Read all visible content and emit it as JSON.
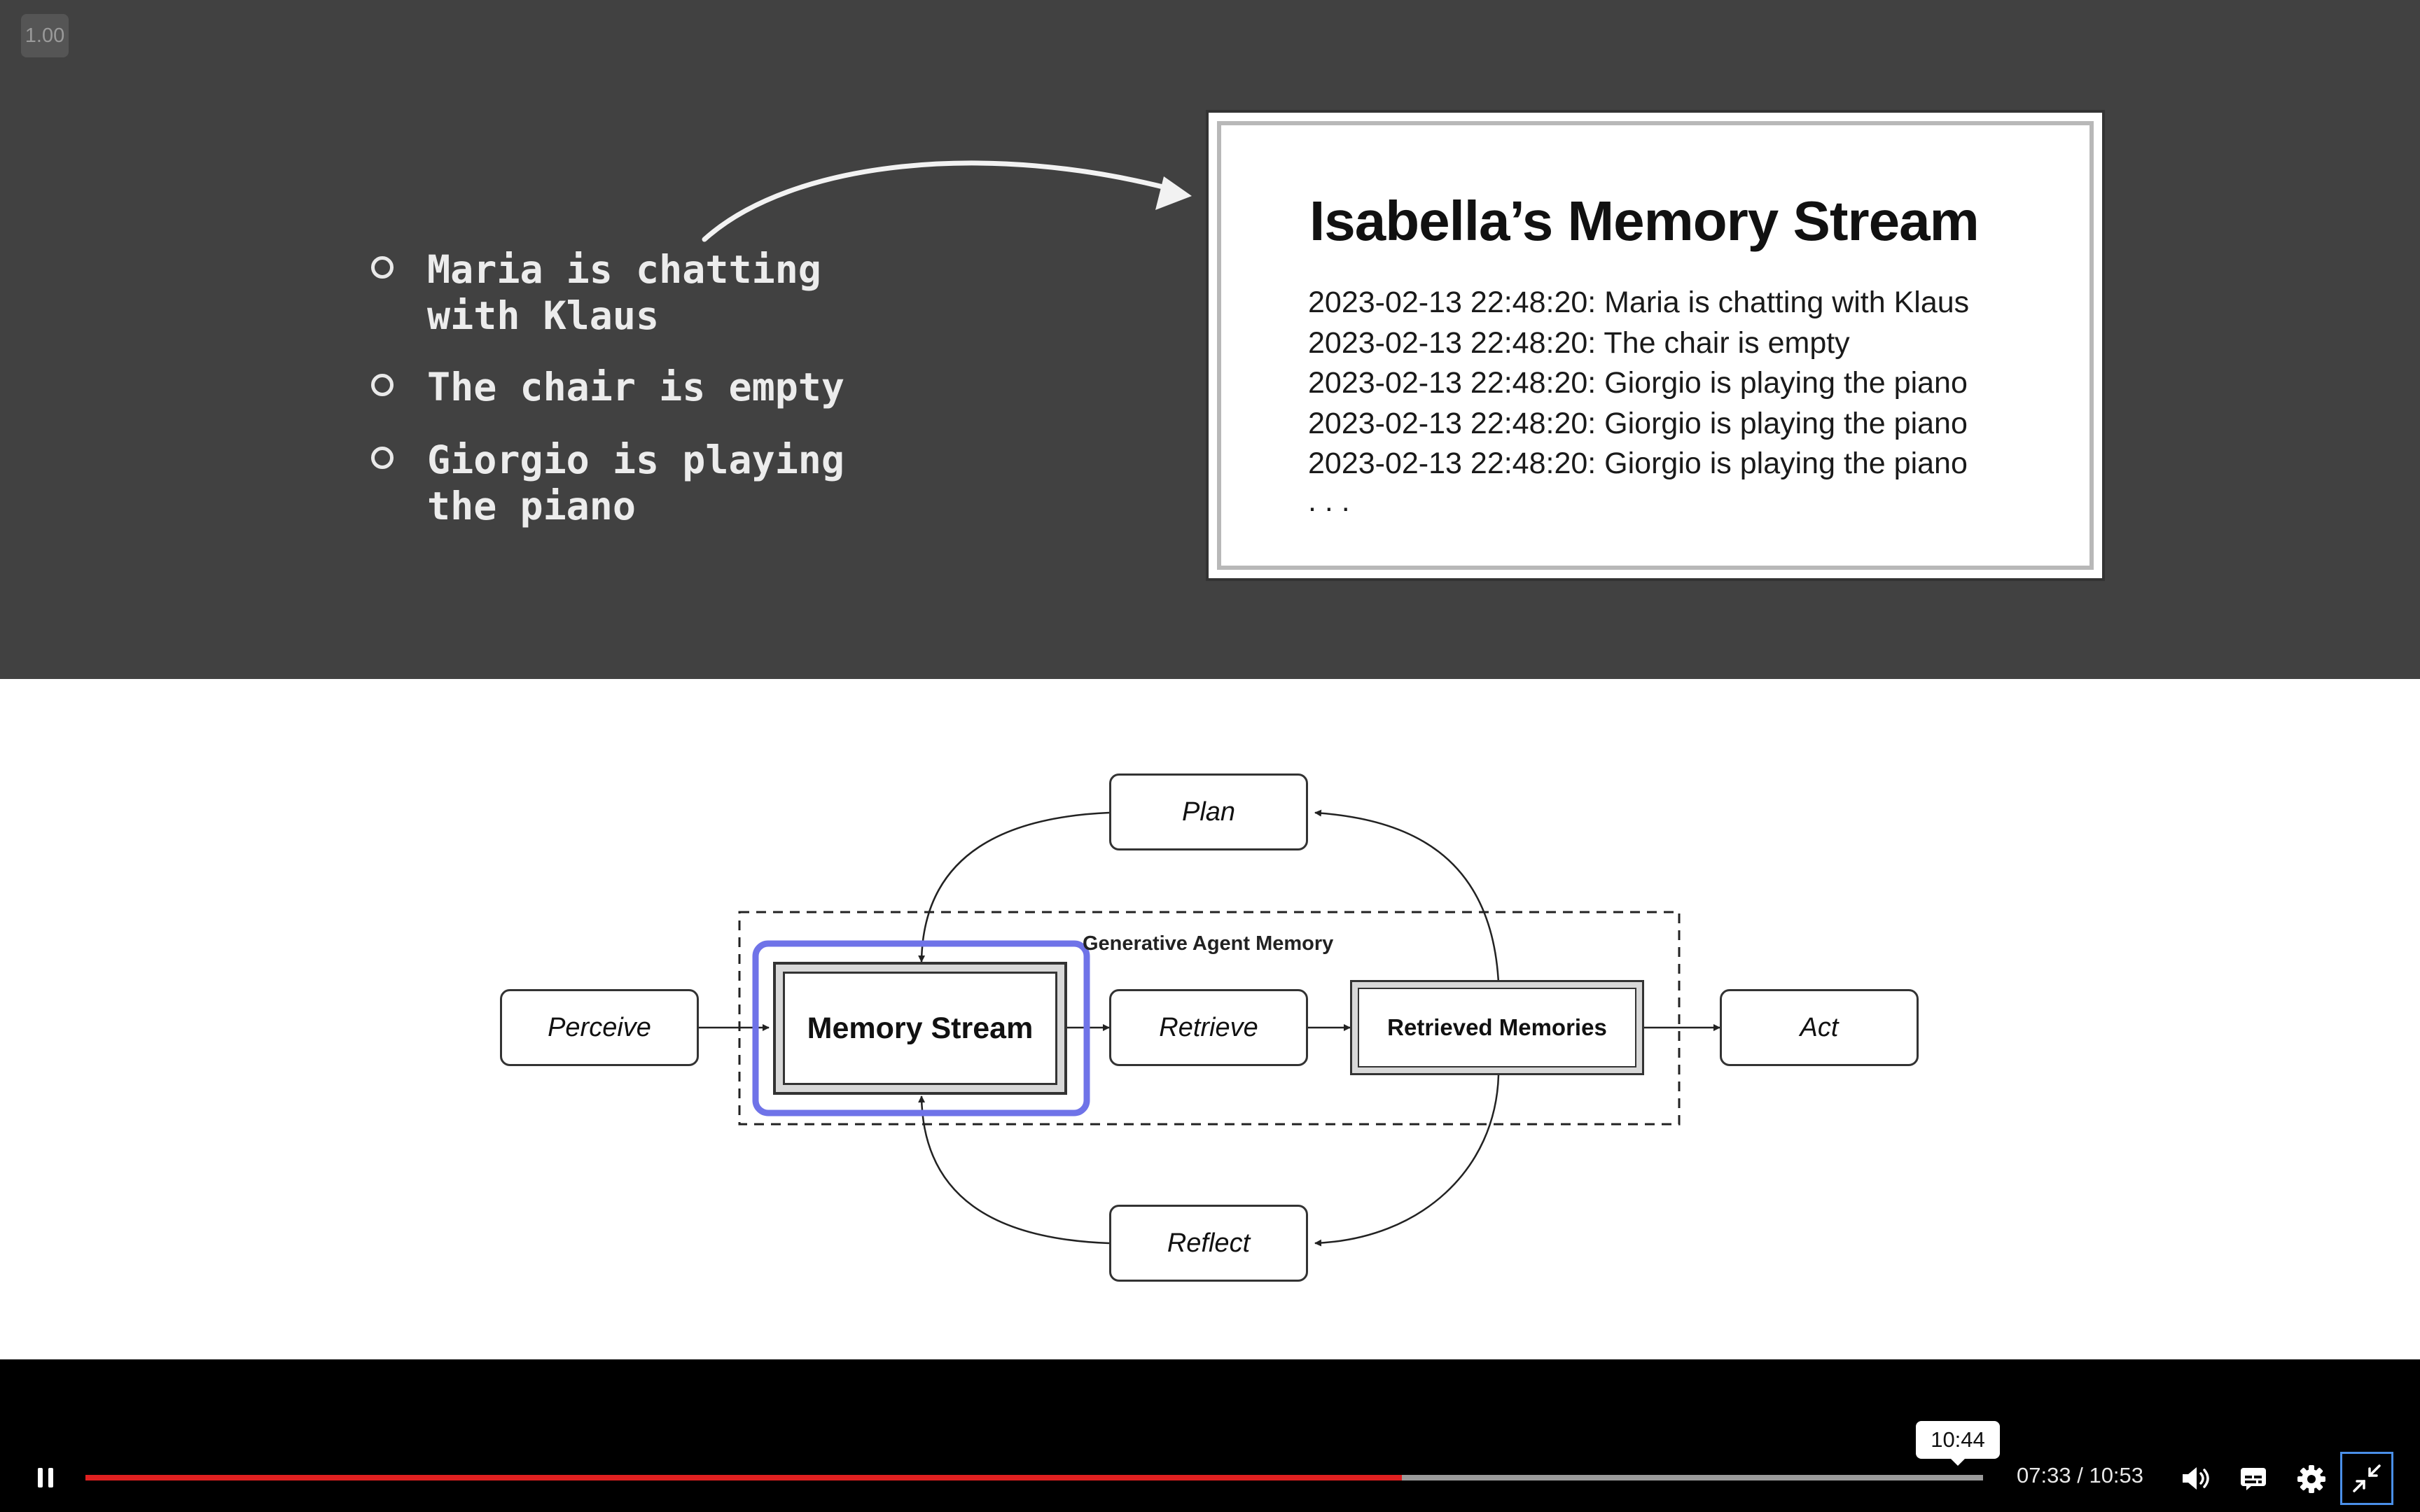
{
  "player": {
    "speed_badge": "1.00",
    "current_time": "07:33",
    "separator": "/",
    "duration": "10:53",
    "hover_time": "10:44",
    "progress": 0.6937,
    "accent_color": "#e02020"
  },
  "slide": {
    "bullets": [
      "Maria is chatting\nwith Klaus",
      "The chair is empty",
      "Giorgio is playing\nthe piano"
    ],
    "board": {
      "title": "Isabella’s Memory Stream",
      "lines": [
        "2023-02-13 22:48:20: Maria is chatting with Klaus",
        "2023-02-13 22:48:20: The chair is empty",
        "2023-02-13 22:48:20: Giorgio is playing the piano",
        "2023-02-13 22:48:20: Giorgio is playing the piano",
        "2023-02-13 22:48:20: Giorgio is playing the piano"
      ],
      "ellipsis": ". . ."
    }
  },
  "diagram": {
    "plan": "Plan",
    "perceive": "Perceive",
    "memory_stream": "Memory Stream",
    "retrieve": "Retrieve",
    "retrieved_memories": "Retrieved Memories",
    "act": "Act",
    "reflect": "Reflect",
    "group_label": "Generative Agent Memory",
    "highlight_color": "#6f73e8"
  },
  "icons": {
    "pause": "pause-icon",
    "volume": "volume-icon",
    "captions": "captions-icon",
    "settings": "gear-icon",
    "exit_fullscreen": "exit-fullscreen-icon"
  }
}
